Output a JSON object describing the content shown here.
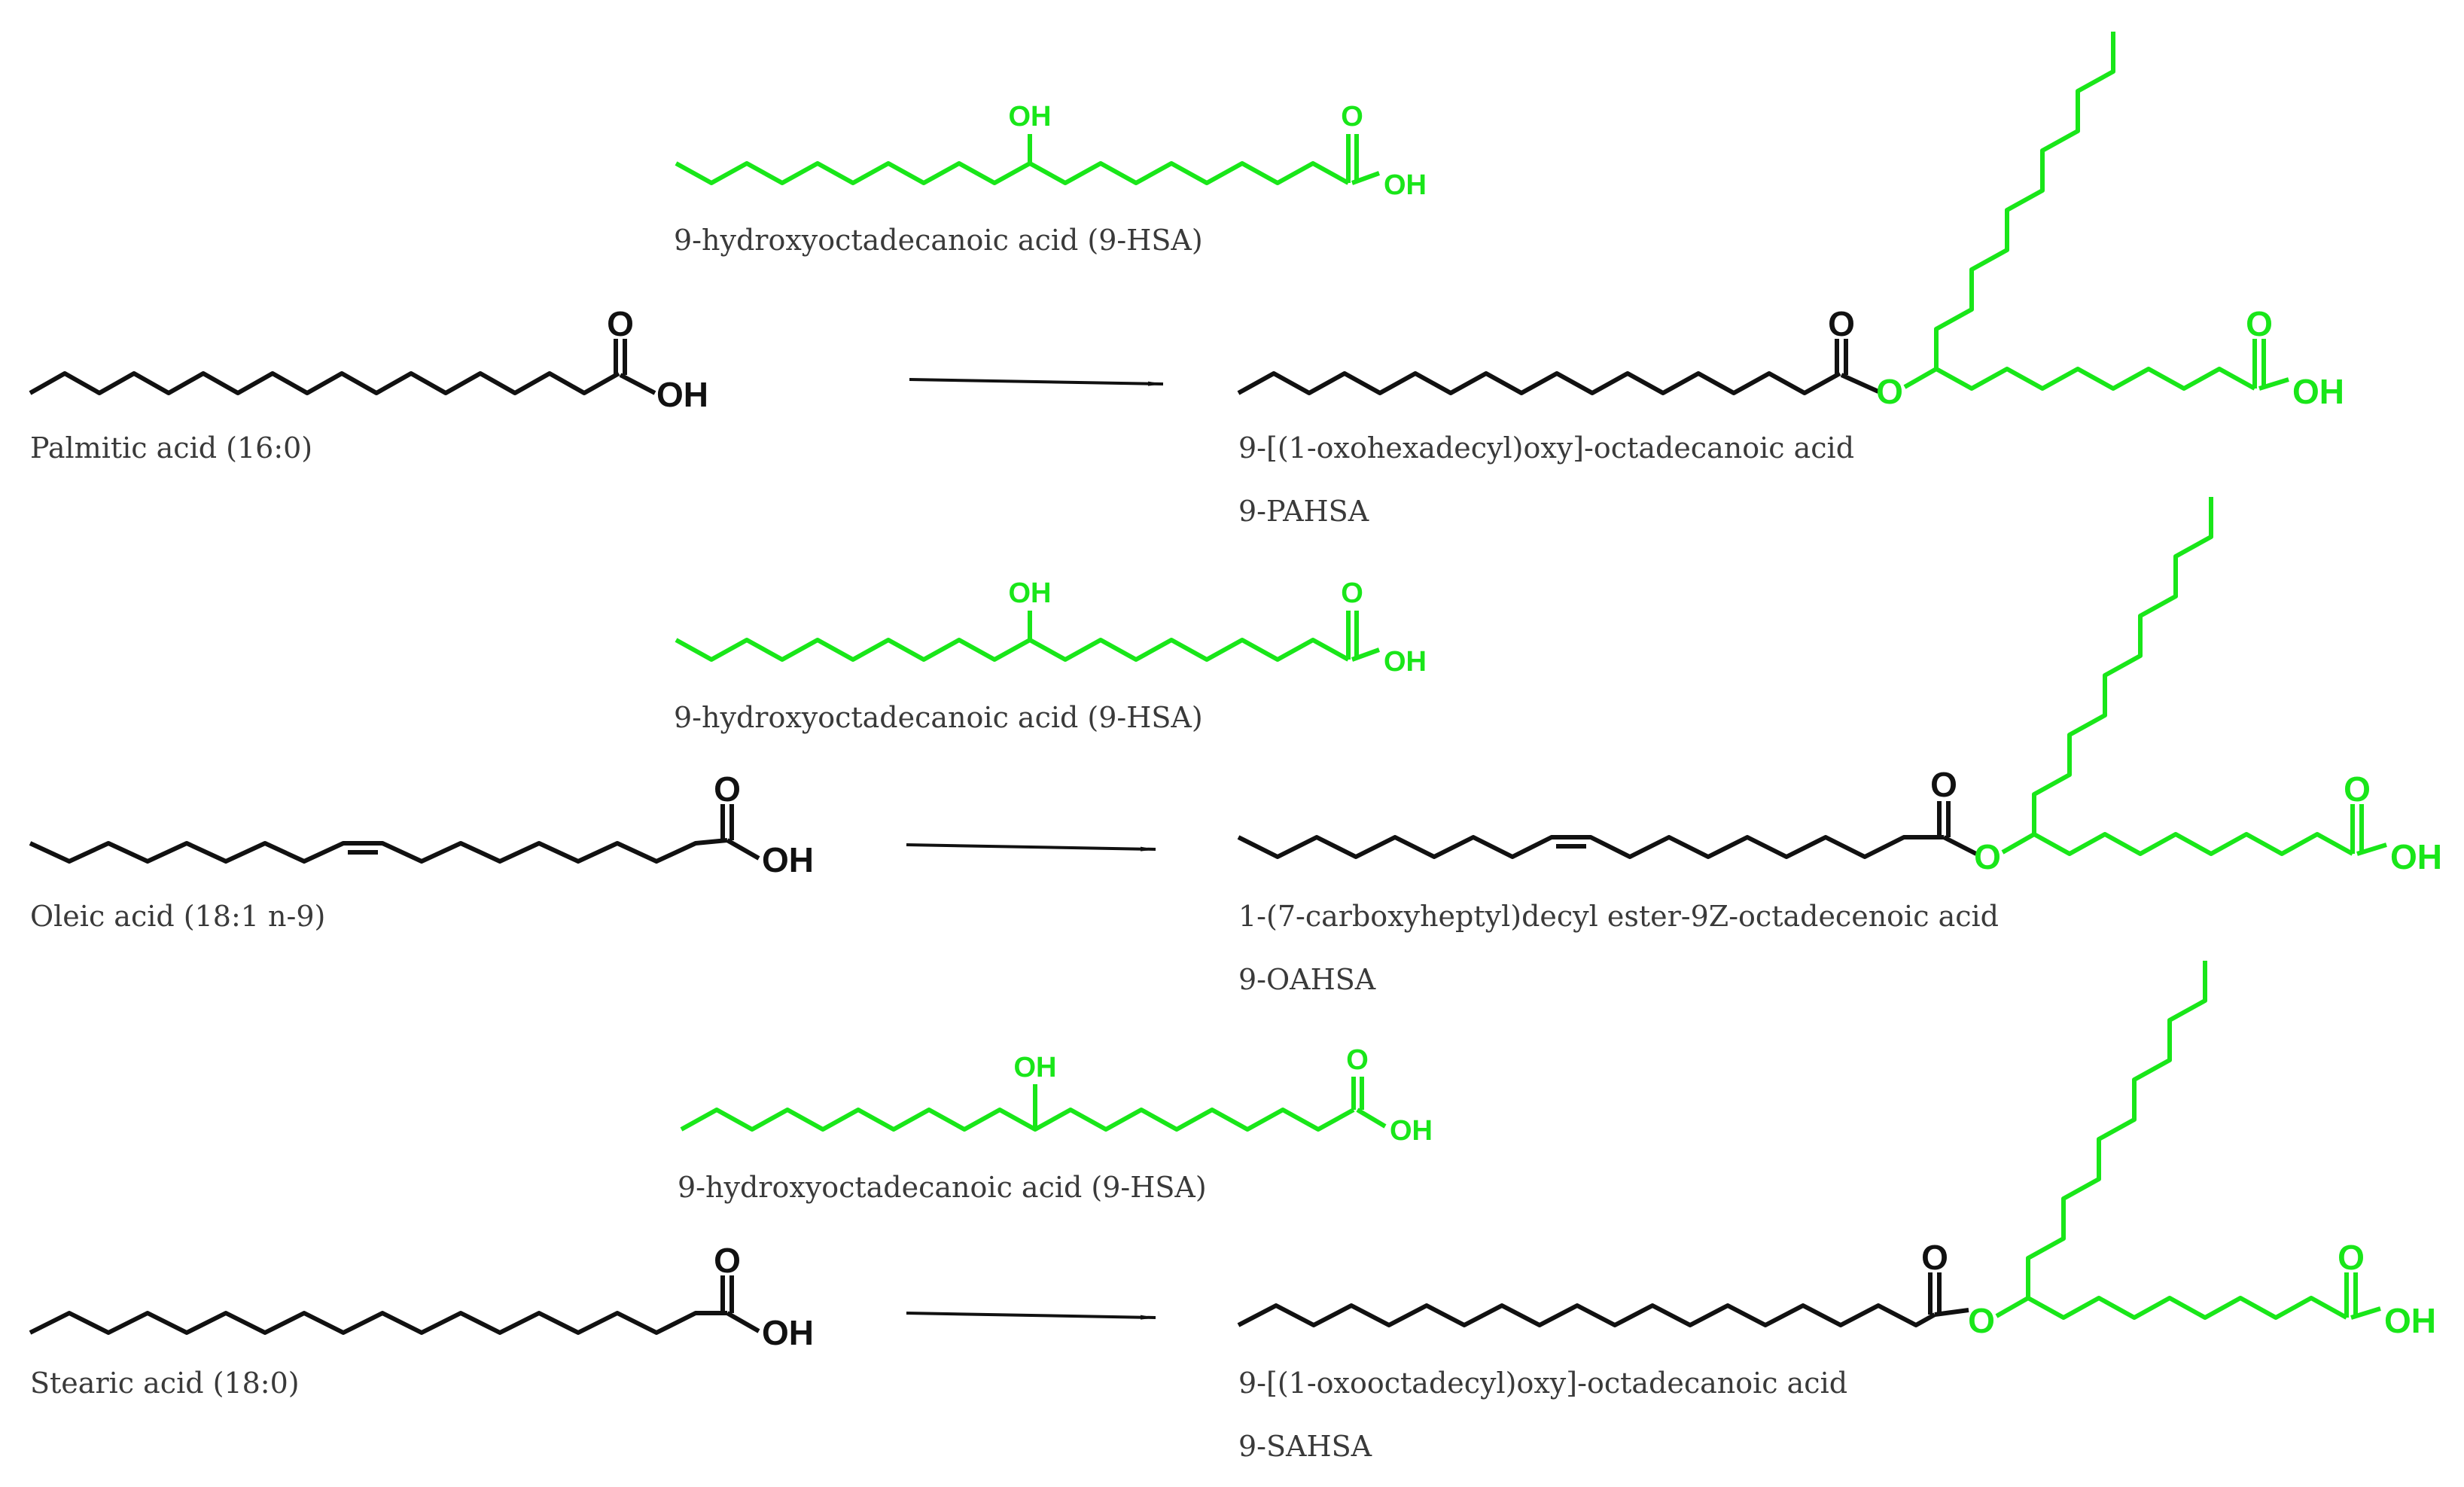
{
  "colors": {
    "black": "#111111",
    "green": "#19e619",
    "label": "#3a3a3a"
  },
  "atoms": {
    "O": "O",
    "OH": "OH"
  },
  "reactions": [
    {
      "hsa_label": "9-hydroxyoctadecanoic acid (9-HSA)",
      "reactant_label": "Palmitic acid (16:0)",
      "product_name": "9-[(1-oxohexadecyl)oxy]-octadecanoic acid",
      "product_abbrev": "9-PAHSA"
    },
    {
      "hsa_label": "9-hydroxyoctadecanoic acid (9-HSA)",
      "reactant_label": "Oleic acid (18:1 n-9)",
      "product_name": "1-(7-carboxyheptyl)decyl ester-9Z-octadecenoic acid",
      "product_abbrev": "9-OAHSA"
    },
    {
      "hsa_label": "9-hydroxyoctadecanoic acid (9-HSA)",
      "reactant_label": "Stearic acid (18:0)",
      "product_name": "9-[(1-oxooctadecyl)oxy]-octadecanoic acid",
      "product_abbrev": "9-SAHSA"
    }
  ]
}
